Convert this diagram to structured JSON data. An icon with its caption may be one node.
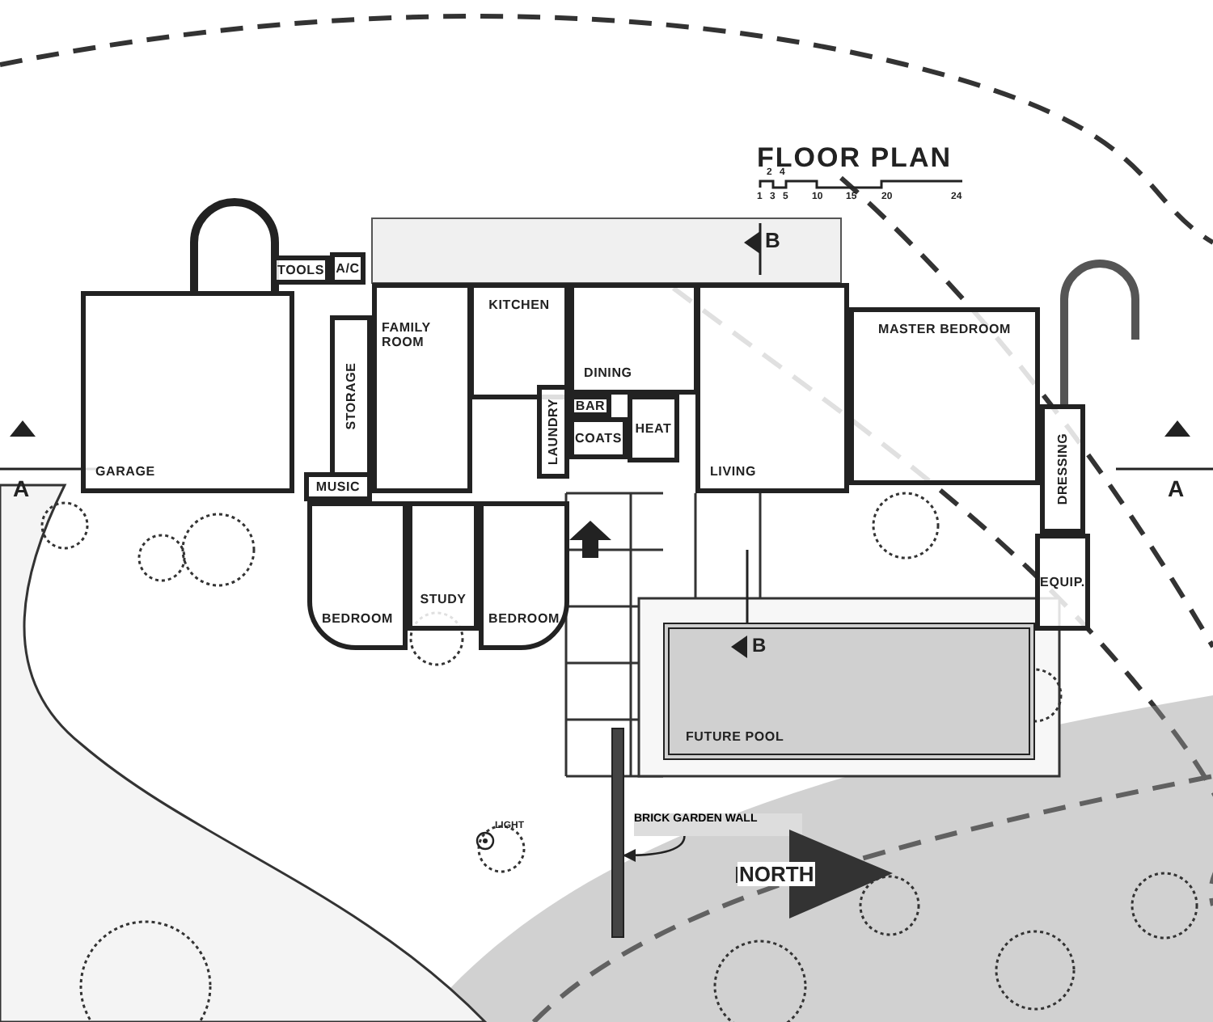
{
  "diagram": {
    "title": "FLOOR PLAN",
    "nodes": [
      {
        "text": [
          "GARAGE"
        ]
      },
      {
        "text": [
          "TOOLS"
        ]
      },
      {
        "text": [
          "A/C"
        ]
      },
      {
        "text": [
          "STORAGE"
        ]
      },
      {
        "text": [
          "MUSIC"
        ]
      },
      {
        "text": [
          "FAMILY ROOM"
        ]
      },
      {
        "text": [
          "KITCHEN"
        ]
      },
      {
        "text": [
          "LAUNDRY"
        ]
      },
      {
        "text": [
          "BAR"
        ]
      },
      {
        "text": [
          "COATS"
        ]
      },
      {
        "text": [
          "DINING"
        ]
      },
      {
        "text": [
          "HEAT"
        ]
      },
      {
        "text": [
          "LIVING"
        ]
      },
      {
        "text": [
          "MASTER BEDROOM"
        ]
      },
      {
        "text": [
          "DRESSING"
        ]
      },
      {
        "text": [
          "EQUIP."
        ]
      },
      {
        "text": [
          "BEDROOM"
        ]
      },
      {
        "text": [
          "STUDY"
        ]
      },
      {
        "text": [
          "BEDROOM"
        ]
      },
      {
        "text": [
          "FUTURE POOL"
        ]
      },
      {
        "text": [
          "BRICK GARDEN WALL"
        ]
      },
      {
        "text": [],
        "shape": "bar"
      }
    ],
    "edges": [
      {
        "from": 20,
        "to": 21,
        "arrow": "to"
      }
    ],
    "labels": [
      "2",
      "4",
      "1",
      "3",
      "5",
      "10",
      "15",
      "20",
      "24",
      "B",
      "A",
      "A",
      "B",
      "LIGHT",
      "NORTH"
    ]
  }
}
